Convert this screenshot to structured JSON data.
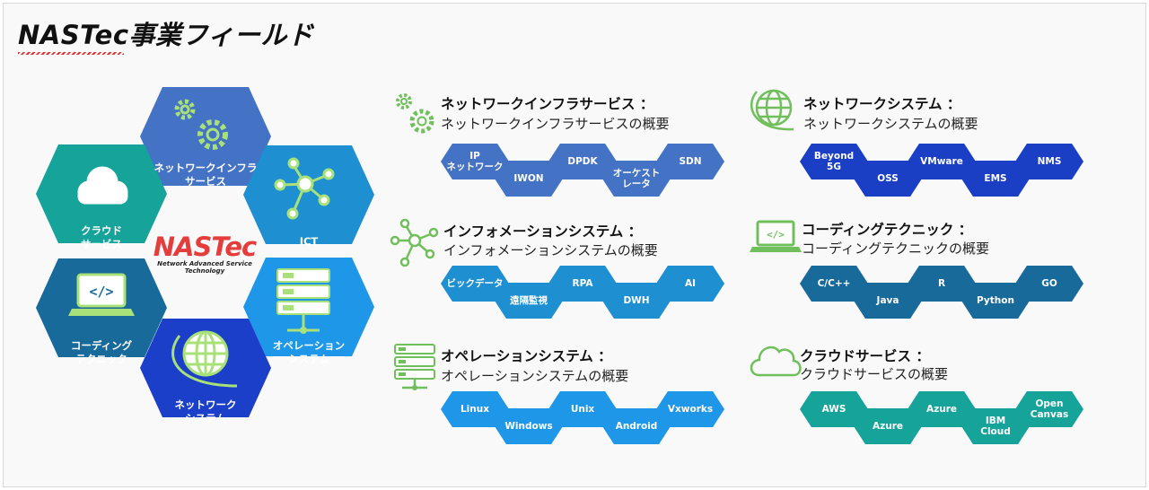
{
  "title": "NASTec事業フィールド",
  "hexes": {
    "infra": "ネットワークインフラ\nサービス",
    "ict": "ICT",
    "cloud": "クラウド\nサービス",
    "ops": "オペレーション\nシステム",
    "coding": "コーディング\nテクニック",
    "network": "ネットワーク\nシステム"
  },
  "logo": {
    "name": "NASTec",
    "tagline": "Network Advanced Service\nTechnology"
  },
  "colors": {
    "infra_hex": "#4472c4",
    "ict_hex": "#1e8fd0",
    "cloud_hex": "#16a39a",
    "ops_hex": "#1f97e8",
    "coding_hex": "#176a9a",
    "network_hex": "#1b3fc9",
    "icon_green": "#5cb85c",
    "accent_red": "#e53c3c"
  },
  "sections": [
    {
      "id": "infra",
      "icon": "gears-icon",
      "title": "ネットワークインフラサービス ：",
      "subtitle": "ネットワークインフラサービスの概要",
      "color": "#4472c4",
      "chips": [
        "IP\nネットワーク",
        "IWON",
        "DPDK",
        "オーケスト\nレータ",
        "SDN"
      ]
    },
    {
      "id": "netsys",
      "icon": "globe-icon",
      "title": "ネットワークシステム ：",
      "subtitle": "ネットワークシステムの概要",
      "color": "#1a3fc4",
      "chips": [
        "Beyond\n5G",
        "OSS",
        "VMware",
        "EMS",
        "NMS"
      ]
    },
    {
      "id": "info",
      "icon": "network-nodes-icon",
      "title": "インフォメーションシステム ：",
      "subtitle": "インフォメーションシステムの概要",
      "color": "#1e8fd0",
      "chips": [
        "ビックデータ",
        "遠隔監視",
        "RPA",
        "DWH",
        "AI"
      ]
    },
    {
      "id": "coding",
      "icon": "laptop-code-icon",
      "title": "コーディングテクニック ：",
      "subtitle": "コーディングテクニックの概要",
      "color": "#176a9a",
      "chips": [
        "C/C++",
        "Java",
        "R",
        "Python",
        "GO"
      ]
    },
    {
      "id": "ops",
      "icon": "server-icon",
      "title": "オペレーションシステム ：",
      "subtitle": "オペレーションシステムの概要",
      "color": "#1f97e8",
      "chips": [
        "Linux",
        "Windows",
        "Unix",
        "Android",
        "Vxworks"
      ]
    },
    {
      "id": "cloud",
      "icon": "cloud-icon",
      "title": "クラウドサービス ：",
      "subtitle": "クラウドサービスの概要",
      "color": "#16a39a",
      "chips": [
        "AWS",
        "Azure",
        "Azure",
        "IBM\nCloud",
        "Open\nCanvas"
      ]
    }
  ]
}
